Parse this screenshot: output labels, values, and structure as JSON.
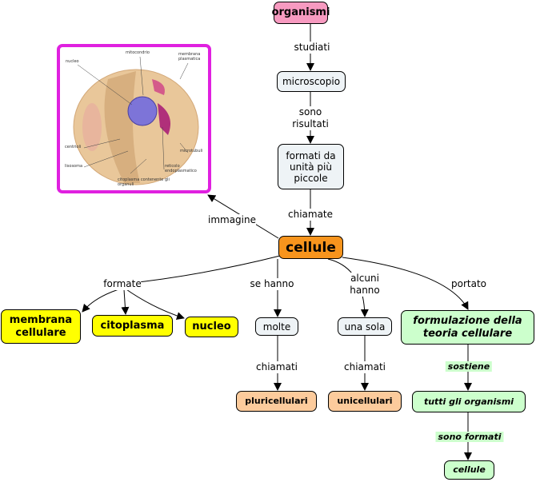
{
  "nodes": {
    "organismi": "organismi",
    "microscopio": "microscopio",
    "formati": "formati da unità più piccole",
    "cellule": "cellule",
    "membrana": "membrana cellulare",
    "citoplasma": "citoplasma",
    "nucleo": "nucleo",
    "molte": "molte",
    "una_sola": "una sola",
    "formulazione": "formulazione della teoria cellulare",
    "pluricellulari": "pluricellulari",
    "unicellulari": "unicellulari",
    "tutti": "tutti gli organismi",
    "cellule_small": "cellule"
  },
  "links": {
    "studiati": "studiati",
    "sono_risultati_1": "sono",
    "sono_risultati_2": "risultati",
    "chiamate": "chiamate",
    "immagine": "immagine",
    "formate": "formate",
    "se_hanno": "se hanno",
    "alcuni_hanno_1": "alcuni",
    "alcuni_hanno_2": "hanno",
    "portato": "portato",
    "chiamati_1": "chiamati",
    "chiamati_2": "chiamati",
    "sostiene": "sostiene",
    "sono_formati": "sono formati"
  },
  "image_labels": {
    "nucleo": "nucleo",
    "mitocondrio": "mitocondrio",
    "membrana": "membrana plasmatica",
    "centrioli": "centrioli",
    "lisosoma": "lisosoma",
    "microtubuli": "microtubuli",
    "reticolo": "reticolo endoplasmatico",
    "citoplasma": "citoplasma contenente gli organuli"
  },
  "colors": {
    "organismi": "#f79ac0",
    "cellule": "#f7941d",
    "yellow_nodes": "#ffff00",
    "green_nodes": "#ccffcc",
    "peach_nodes": "#fccb9c",
    "image_border": "#e020e0"
  }
}
